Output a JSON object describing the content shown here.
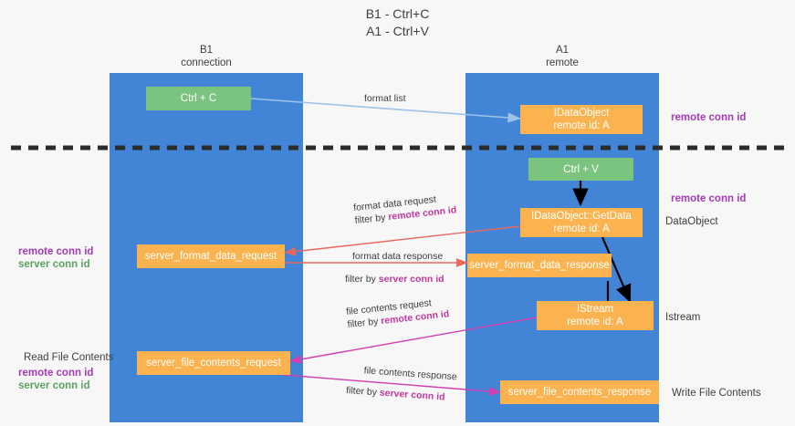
{
  "title": {
    "line1": "B1 - Ctrl+C",
    "line2": "A1 - Ctrl+V"
  },
  "columns": [
    {
      "name": "B1",
      "role": "connection"
    },
    {
      "name": "A1",
      "role": "remote"
    }
  ],
  "nodes": {
    "ctrl_c": {
      "label": "Ctrl + C"
    },
    "idataobject": {
      "line1": "IDataObject",
      "line2": "remote id: A"
    },
    "ctrl_v": {
      "label": "Ctrl + V"
    },
    "getdata": {
      "line1": "IDataObject::GetData",
      "line2": "remote id: A"
    },
    "server_format_data_request": {
      "label": "server_format_data_request"
    },
    "server_format_data_response": {
      "label": "server_format_data_response"
    },
    "istream": {
      "line1": "IStream",
      "line2": "remote id: A"
    },
    "server_file_contents_request": {
      "label": "server_file_contents_request"
    },
    "server_file_contents_response": {
      "label": "server_file_contents_response"
    }
  },
  "edges": {
    "format_list": {
      "caption": "format list"
    },
    "format_data_request": {
      "caption": "format data request",
      "filter_prefix": "filter by ",
      "filter_key": "remote conn id"
    },
    "format_data_response": {
      "caption": "format data response",
      "filter_prefix": "filter by ",
      "filter_key": "server conn id"
    },
    "file_contents_request": {
      "caption": "file contents request",
      "filter_prefix": "filter by ",
      "filter_key": "remote conn id"
    },
    "file_contents_response": {
      "caption": "file contents response",
      "filter_prefix": "filter by ",
      "filter_key": "server conn id"
    }
  },
  "right_labels": {
    "remote_conn_id_top": "remote conn id",
    "remote_conn_id_mid": "remote conn id",
    "dataobject": "DataObject",
    "istream": "Istream",
    "write_file_contents": "Write File Contents"
  },
  "left_labels": {
    "remote_conn_id_mid": "remote conn id",
    "server_conn_id_mid": "server conn id",
    "read_file_contents": "Read File Contents",
    "remote_conn_id_bottom": "remote conn id",
    "server_conn_id_bottom": "server conn id"
  },
  "colors": {
    "lane": "#4285d6",
    "node_orange": "#fbb350",
    "node_green": "#7bc47f",
    "purple": "#a33bb5",
    "magenta": "#c0399f",
    "green_text": "#5aa35f",
    "arrow_blue": "#9cc3e8",
    "arrow_red": "#e8685f",
    "arrow_magenta": "#d13fb0",
    "arrow_black": "#000000",
    "divider": "#2b2b2b",
    "background": "#f7f7f7"
  }
}
